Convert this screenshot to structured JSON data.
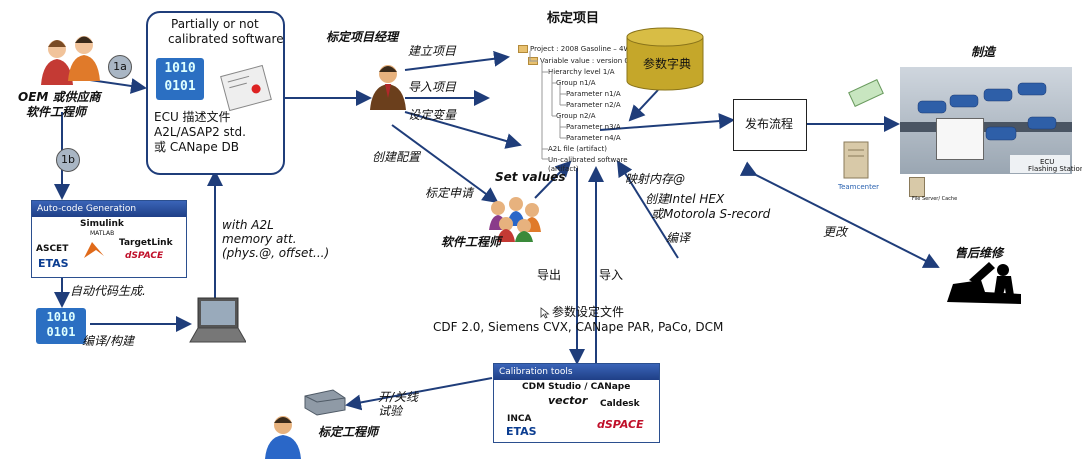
{
  "oem": {
    "label_line1": "OEM 或供应商",
    "label_line2": "软件工程师",
    "step_1a": "1a",
    "step_1b": "1b"
  },
  "software_box": {
    "title_line1": "Partially or not",
    "title_line2": "calibrated software",
    "binary_line1": "1010",
    "binary_line2": "0101",
    "desc_line1": "ECU 描述文件",
    "desc_line2": "A2L/ASAP2 std.",
    "desc_line3": "或 CANape DB"
  },
  "autocode": {
    "header": "Auto-code Generation",
    "simulink": "Simulink",
    "matlab": "MATLAB",
    "ascet": "ASCET",
    "targetlink": "TargetLink",
    "etas": "ETAS",
    "dspace": "dSPACE",
    "generate_label": "自动代码生成.",
    "binary_line1": "1010",
    "binary_line2": "0101",
    "compile_label": "编译/构建"
  },
  "a2l_note": {
    "line1": "with A2L",
    "line2": "memory att.",
    "line3": "(phys.@, offset...)"
  },
  "manager": {
    "label": "标定项目经理",
    "action_create": "建立项目",
    "action_import": "导入项目",
    "action_setvar": "设定变量",
    "action_config": "创建配置",
    "action_request": "标定申请"
  },
  "project": {
    "title": "标定项目",
    "tree": [
      "Project : 2008 Gasoline – 4WD",
      "Variable value : version 001",
      "Hierarchy level 1/A",
      "Group n1/A",
      "Parameter n1/A",
      "Parameter n2/A",
      "Group n2/A",
      "Parameter n3/A",
      "Parameter n4/A",
      "A2L file (artifact)",
      "Un-calibrated software",
      "(artifact)"
    ],
    "dictionary": "参数字典"
  },
  "sw_engineer": {
    "set_values": "Set values",
    "label": "软件工程师"
  },
  "mapping": {
    "map_memory": "映射内存@",
    "create_hex_line1": "创建Intel HEX",
    "create_hex_line2": "或Motorola S-record",
    "compile": "编译"
  },
  "io": {
    "export": "导出",
    "import": "导入",
    "param_file": "参数设定文件",
    "formats": "CDF 2.0, Siemens CVX, CANape PAR, PaCo, DCM"
  },
  "release": {
    "label": "发布流程"
  },
  "manufacturing": {
    "title": "制造",
    "teamcenter": "Teamcenter",
    "file_server": "File Server/ Cache",
    "ecu_flashing_line1": "ECU",
    "ecu_flashing_line2": "Flashing Station"
  },
  "aftersales": {
    "modify": "更改",
    "label": "售后维修"
  },
  "calibration_tools": {
    "header": "Calibration tools",
    "cdm": "CDM Studio / CANape",
    "vector": "vector",
    "inca": "INCA",
    "etas": "ETAS",
    "caldesk": "Caldesk",
    "dspace": "dSPACE"
  },
  "calibration_engineer": {
    "test_line1": "开/关线",
    "test_line2": "试验",
    "label": "标定工程师"
  },
  "colors": {
    "arrow": "#1f3d7a",
    "dictionary": "#c5a72a",
    "etas_blue": "#0b3d91",
    "dspace_red": "#c0102a"
  }
}
